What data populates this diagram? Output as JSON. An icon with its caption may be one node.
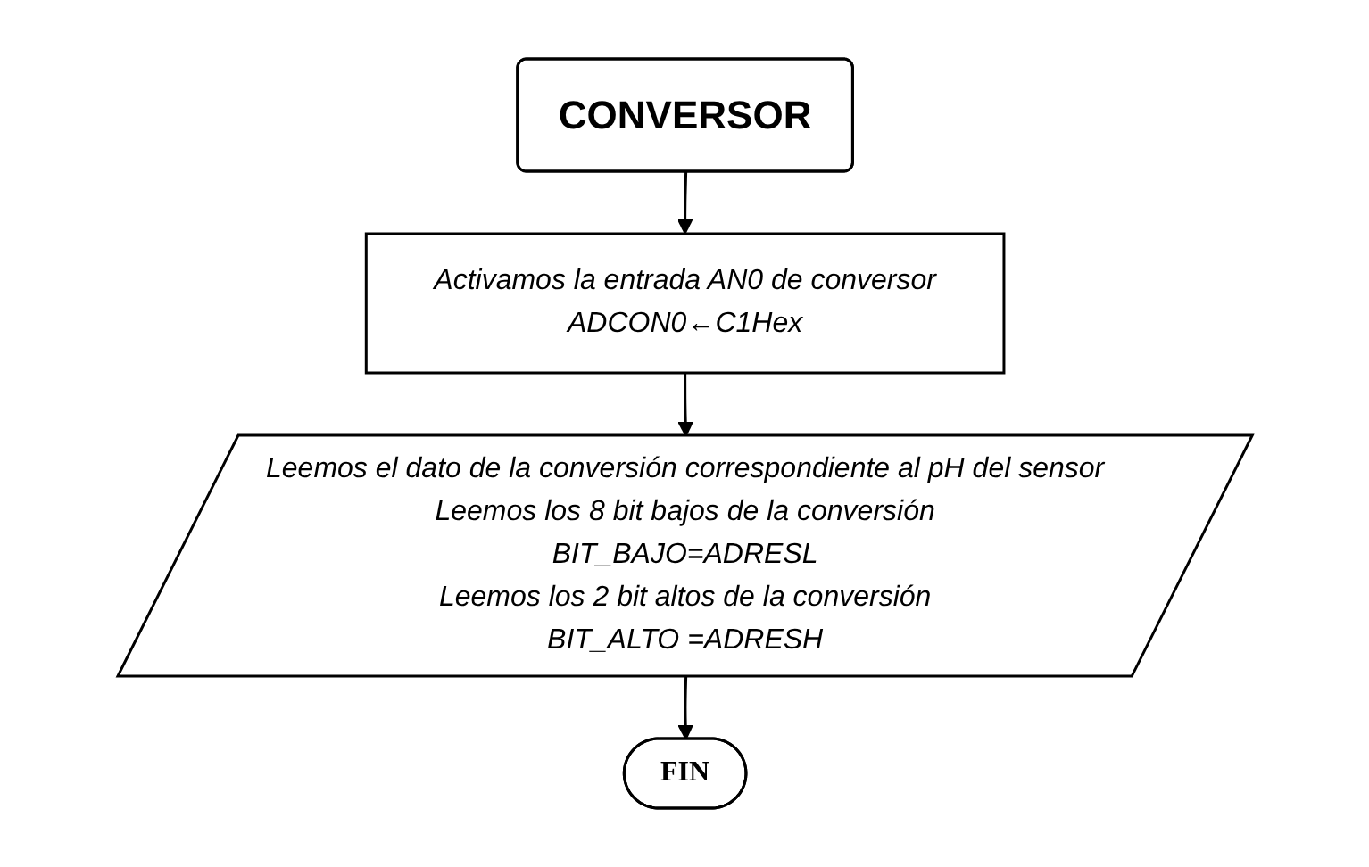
{
  "diagram": {
    "nodes": [
      {
        "text": [
          "CONVERSOR"
        ]
      },
      {
        "text": [
          "Activamos la entrada AN0 de conversor",
          "ADCON0←C1Hex"
        ]
      },
      {
        "text": [
          "Leemos el dato de la conversión correspondiente al pH del sensor",
          "Leemos los 8 bit bajos de la conversión",
          "BIT_BAJO=ADRESL",
          "Leemos los 2 bit altos de la conversión",
          "BIT_ALTO =ADRESH"
        ]
      },
      {
        "text": [
          "FIN"
        ]
      }
    ],
    "edges": [
      {
        "from": 0,
        "to": 1,
        "arrow": "to"
      },
      {
        "from": 1,
        "to": 2,
        "arrow": "to"
      },
      {
        "from": 2,
        "to": 3,
        "arrow": "to"
      }
    ]
  }
}
